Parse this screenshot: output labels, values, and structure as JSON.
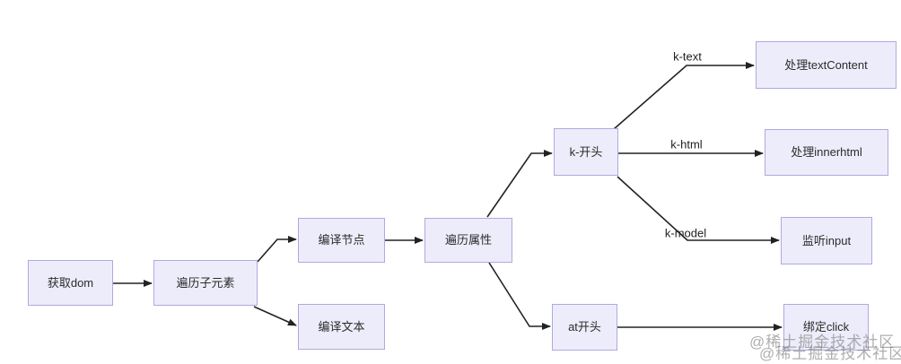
{
  "diagram": {
    "background_color": "#ffffff",
    "node_fill_color": "#edecfa",
    "node_border_color": "#b1a8e0",
    "edge_color": "#222222",
    "nodes": [
      {
        "id": "get-dom",
        "label": "获取dom"
      },
      {
        "id": "traverse-children",
        "label": "遍历子元素"
      },
      {
        "id": "compile-node",
        "label": "编译节点"
      },
      {
        "id": "compile-text",
        "label": "编译文本"
      },
      {
        "id": "traverse-attrs",
        "label": "遍历属性"
      },
      {
        "id": "k-prefix",
        "label": "k-开头"
      },
      {
        "id": "at-prefix",
        "label": "at开头"
      },
      {
        "id": "handle-textcontent",
        "label": "处理textContent"
      },
      {
        "id": "handle-innerhtml",
        "label": "处理innerhtml"
      },
      {
        "id": "listen-input",
        "label": "监听input"
      },
      {
        "id": "bind-click",
        "label": "绑定click"
      }
    ],
    "edge_labels": [
      {
        "id": "k-text",
        "label": "k-text"
      },
      {
        "id": "k-html",
        "label": "k-html"
      },
      {
        "id": "k-model",
        "label": "k-model"
      }
    ],
    "watermark": {
      "text": "@稀土掘金技术社区",
      "color": "#7d7d7d"
    }
  }
}
